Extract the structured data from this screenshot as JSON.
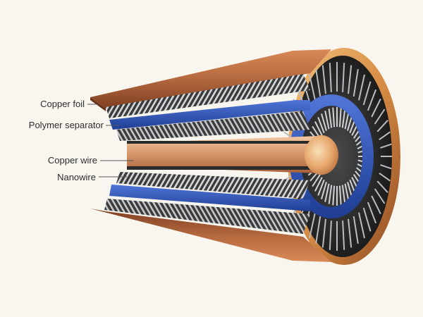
{
  "diagram": {
    "labels": {
      "copper_foil": "Copper foil",
      "polymer_separator": "Polymer separator",
      "copper_wire": "Copper wire",
      "nanowire": "Nanowire"
    },
    "colors": {
      "background": "#f9f6ef",
      "copper": "#b4683e",
      "copper_light": "#e6a06c",
      "separator_blue": "#2f55b8",
      "nanowire_grey": "#c9ccd0",
      "core_dark": "#2a2a2a"
    }
  }
}
